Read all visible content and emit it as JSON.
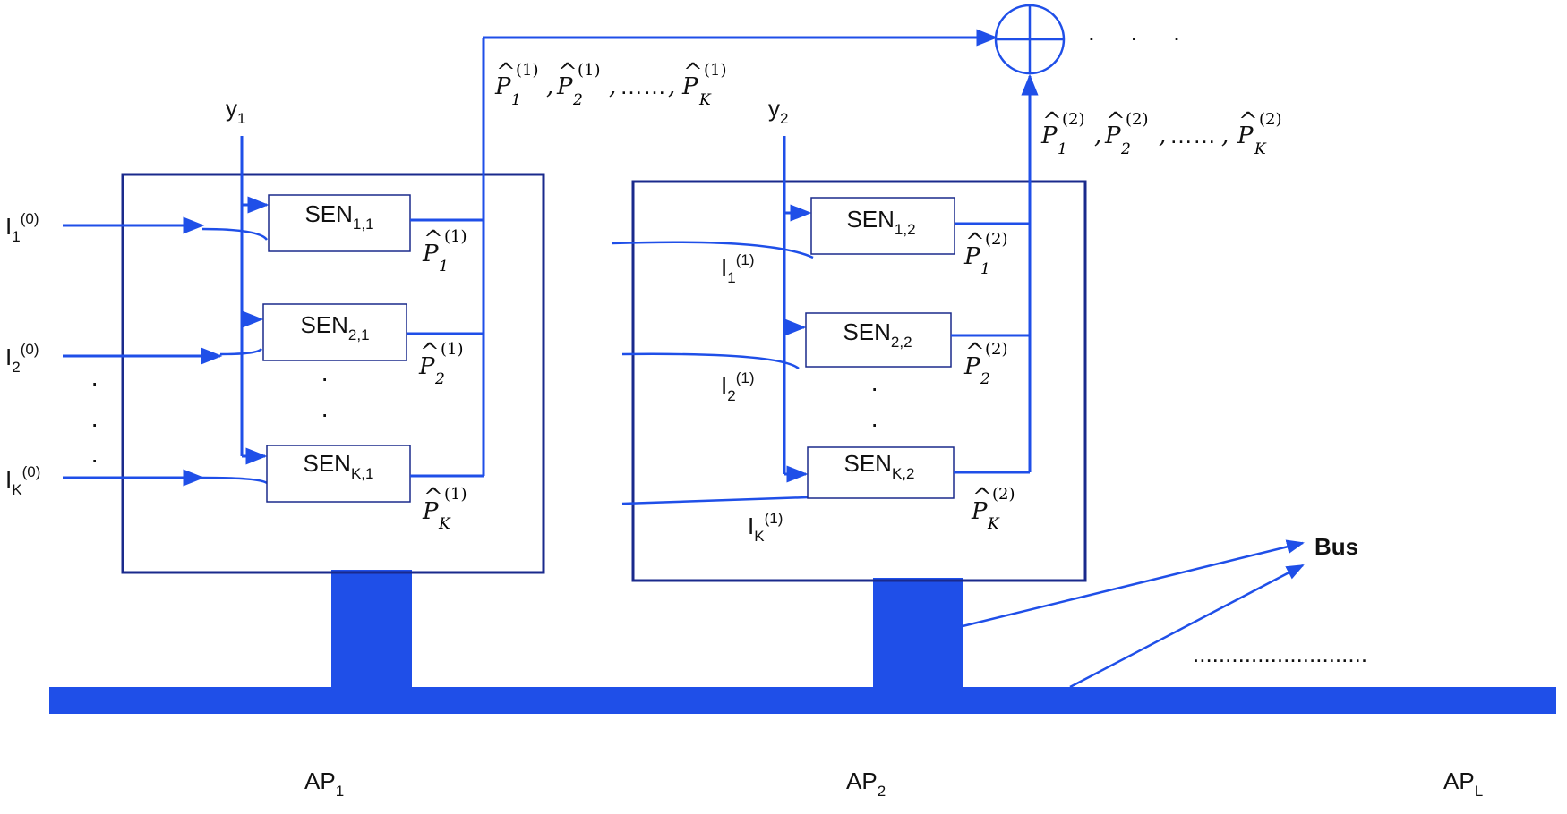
{
  "aps": [
    {
      "label": "AP",
      "label_sub": "1",
      "y_label": "y",
      "y_sub": "1",
      "sen_blocks": [
        {
          "main": "SEN",
          "sub": "1,1",
          "in_label": "I",
          "in_sub": "1",
          "in_sup": "(0)",
          "p_base": "P",
          "p_sub": "1",
          "p_sup": "(1)"
        },
        {
          "main": "SEN",
          "sub": "2,1",
          "in_label": "I",
          "in_sub": "2",
          "in_sup": "(0)",
          "p_base": "P",
          "p_sub": "2",
          "p_sup": "(1)"
        },
        {
          "main": "SEN",
          "sub": "K,1",
          "in_label": "I",
          "in_sub": "K",
          "in_sup": "(0)",
          "p_base": "P",
          "p_sub": "K",
          "p_sup": "(1)"
        }
      ],
      "output_list": {
        "terms": [
          {
            "base": "P",
            "sub": "1",
            "sup": "(1)"
          },
          {
            "base": "P",
            "sub": "2",
            "sup": "(1)"
          }
        ],
        "ellipsis": "……",
        "last": {
          "base": "P",
          "sub": "K",
          "sup": "(1)"
        }
      }
    },
    {
      "label": "AP",
      "label_sub": "2",
      "y_label": "y",
      "y_sub": "2",
      "sen_blocks": [
        {
          "main": "SEN",
          "sub": "1,2",
          "in_label": "I",
          "in_sub": "1",
          "in_sup": "(1)",
          "p_base": "P",
          "p_sub": "1",
          "p_sup": "(2)"
        },
        {
          "main": "SEN",
          "sub": "2,2",
          "in_label": "I",
          "in_sub": "2",
          "in_sup": "(1)",
          "p_base": "P",
          "p_sub": "2",
          "p_sup": "(2)"
        },
        {
          "main": "SEN",
          "sub": "K,2",
          "in_label": "I",
          "in_sub": "K",
          "in_sup": "(1)",
          "p_base": "P",
          "p_sub": "K",
          "p_sup": "(2)"
        }
      ],
      "output_list": {
        "terms": [
          {
            "base": "P",
            "sub": "1",
            "sup": "(2)"
          },
          {
            "base": "P",
            "sub": "2",
            "sup": "(2)"
          }
        ],
        "ellipsis": "……",
        "last": {
          "base": "P",
          "sub": "K",
          "sup": "(2)"
        }
      }
    }
  ],
  "ap_last": {
    "label": "AP",
    "label_sub": "L"
  },
  "bus_label": "Bus",
  "vertical_dots": "·",
  "top_dots": ". . .",
  "bus_dots": "...........................",
  "colors": {
    "wire": "#1f4fe8",
    "box": "#1a2a8c"
  }
}
